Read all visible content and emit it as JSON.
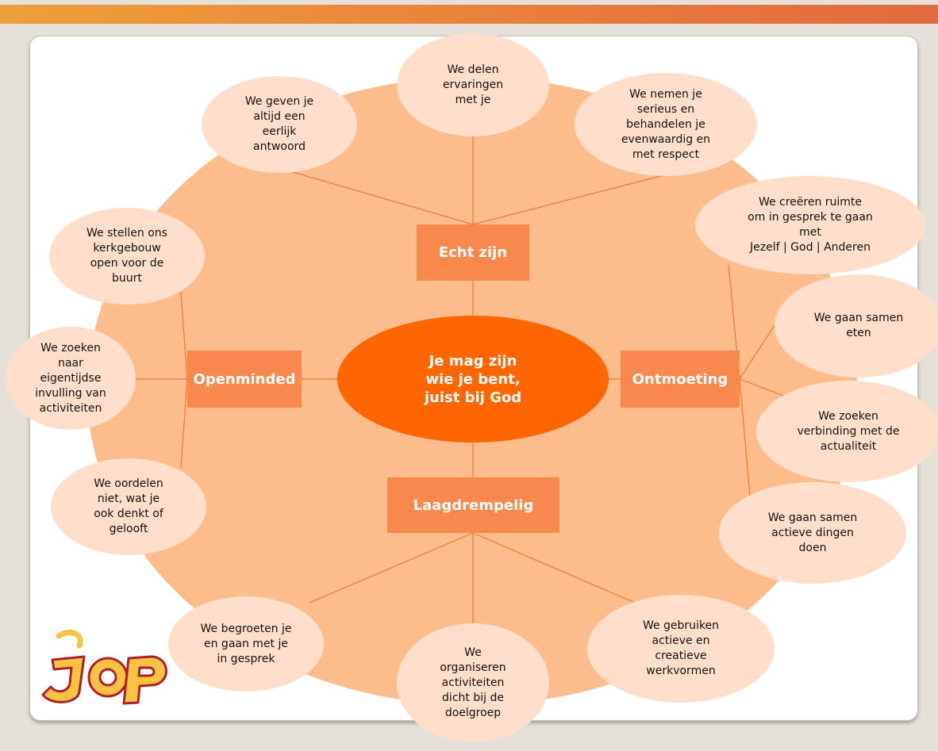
{
  "center": {
    "text": "Je mag zijn\nwie je bent,\njuist bij God"
  },
  "categories": {
    "echt": "Echt zijn",
    "openminded": "Openminded",
    "ontmoeting": "Ontmoeting",
    "laagdrempelig": "Laagdrempelig"
  },
  "bubbles": {
    "b1": "We geven je\naltijd een\neerlijk\nantwoord",
    "b2": "We delen\nervaringen\nmet je",
    "b3": "We nemen je\nserieus en\nbehandelen je\nevenwaardig en\nmet respect",
    "b4": "We creëren ruimte\nom in gesprek te gaan\nmet\nJezelf | God | Anderen",
    "b5": "We stellen ons\nkerkgebouw\nopen voor de\nbuurt",
    "b6": "We zoeken\nnaar\neigentijdse\ninvulling van\nactiviteiten",
    "b7": "We oordelen\nniet, wat je\nook denkt of\ngelooft",
    "b8": "We gaan samen\neten",
    "b9": "We zoeken\nverbinding met de\nactualiteit",
    "b10": "We gaan samen\nactieve dingen\ndoen",
    "b11": "We begroeten je\nen gaan met je\nin gesprek",
    "b12": "We\norganiseren\nactiviteiten\ndicht bij de\ndoelgroep",
    "b13": "We gebruiken\nactieve en\ncreatieve\nwerkvormen"
  },
  "logo": {
    "text": "JOP"
  },
  "colors": {
    "accent": "#ff6600",
    "box": "#f9884e",
    "bubble": "#ffdfcc",
    "ring": "#fdbc8c"
  }
}
